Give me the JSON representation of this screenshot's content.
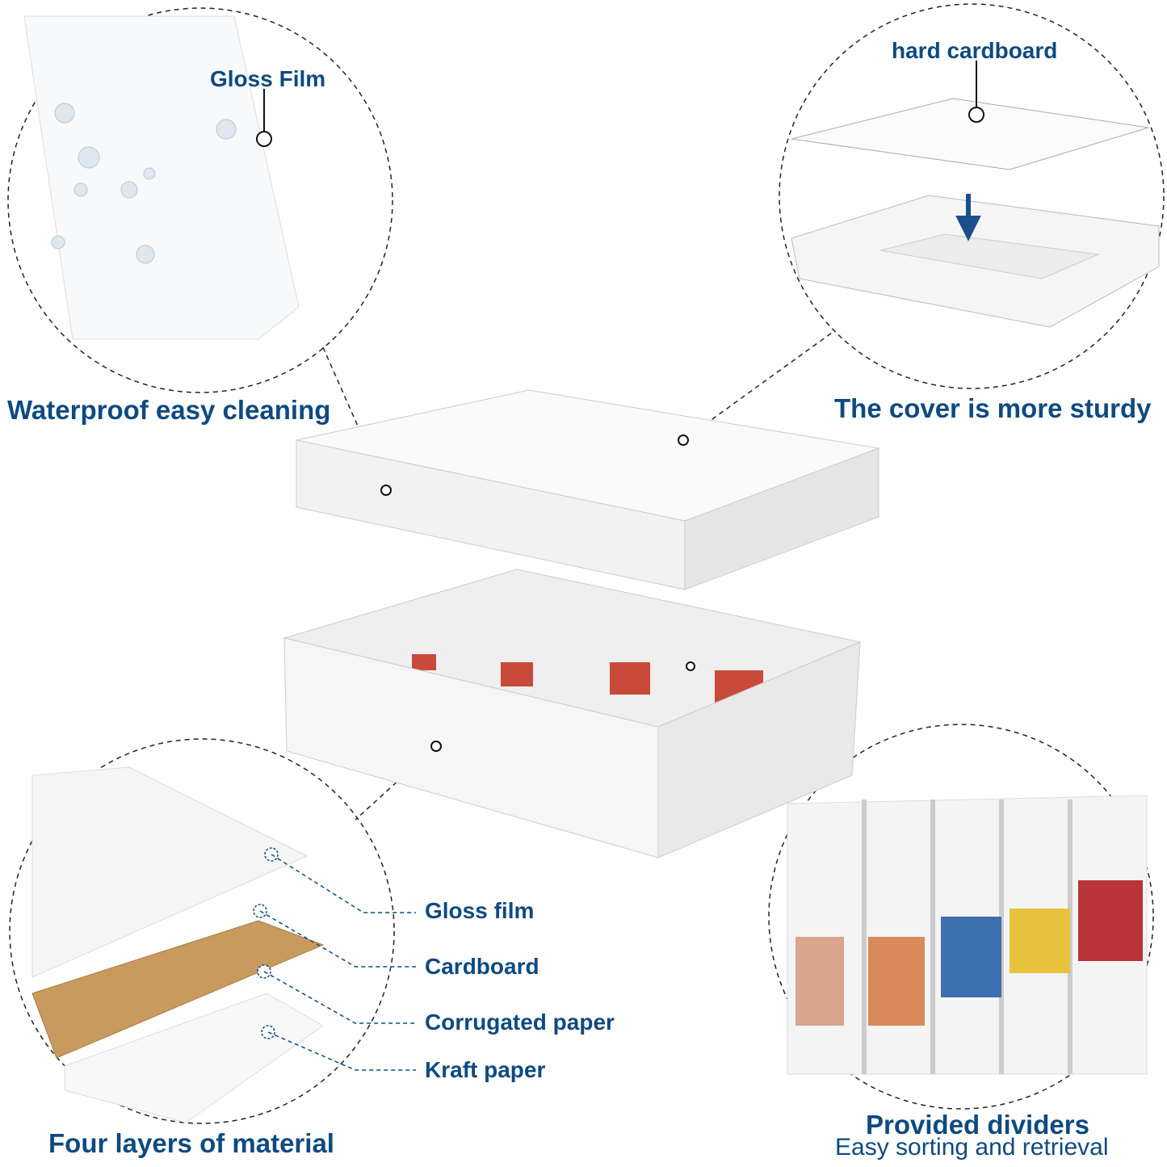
{
  "callouts": {
    "gloss_film_top": "Gloss Film",
    "waterproof": "Waterproof easy cleaning",
    "hard_cardboard": "hard cardboard",
    "cover_sturdy": "The cover is more sturdy",
    "four_layers": "Four layers of material",
    "provided_dividers": "Provided dividers",
    "provided_dividers_sub": "Easy sorting and retrieval"
  },
  "layers": [
    "Gloss film",
    "Cardboard",
    "Corrugated paper",
    "Kraft paper"
  ],
  "colors": {
    "text": "#0e4a80",
    "arrow": "#1b4f8a",
    "kraft": "#c99a5e"
  }
}
